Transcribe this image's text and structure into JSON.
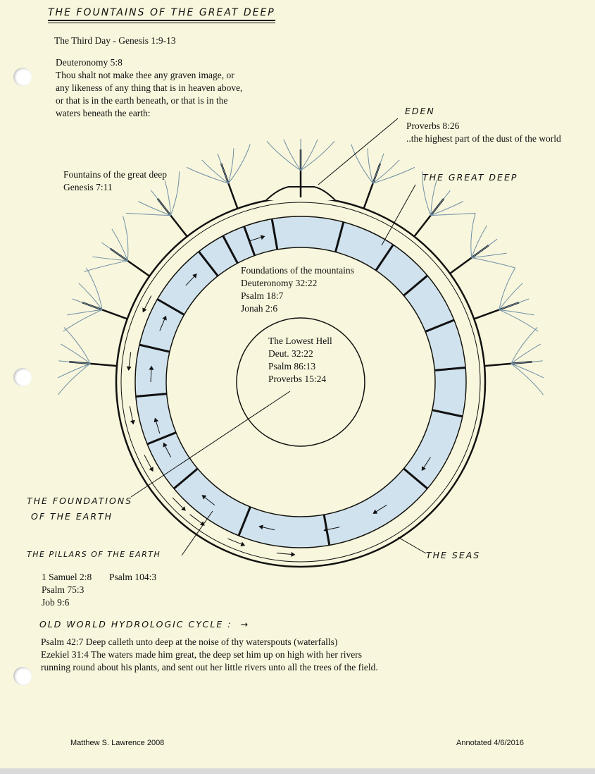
{
  "title": "THE FOUNTAINS OF THE GREAT DEEP",
  "subtitle": "The Third Day - Genesis 1:9-13",
  "deuteronomy": {
    "ref": "Deuteronomy 5:8",
    "lines": [
      "Thou shalt not make thee any graven image, or",
      "any likeness of any thing that is in heaven above,",
      "or that is in the earth beneath, or that is in the",
      "waters beneath the earth:"
    ]
  },
  "eden": {
    "label": "EDEN",
    "ref": "Proverbs 8:26",
    "text": "..the highest part of the dust of the world"
  },
  "great_deep_label": "THE GREAT DEEP",
  "fountains": {
    "title": "Fountains of the great deep",
    "ref": "Genesis 7:11"
  },
  "mountains": {
    "title": "Foundations of the mountains",
    "refs": [
      "Deuteronomy 32:22",
      "Psalm 18:7",
      "Jonah 2:6"
    ]
  },
  "lowest_hell": {
    "title": "The Lowest Hell",
    "refs": [
      "Deut. 32:22",
      "Psalm 86:13",
      "Proverbs 15:24"
    ]
  },
  "foundations_label": [
    "THE FOUNDATIONS",
    "OF THE EARTH"
  ],
  "pillars_label": "THE PILLARS OF THE EARTH",
  "seas_label": "THE SEAS",
  "pillars_refs": {
    "col1": [
      "1 Samuel 2:8",
      "Psalm 75:3",
      "Job 9:6"
    ],
    "col2": "Psalm 104:3"
  },
  "cycle": {
    "heading": "OLD WORLD HYDROLOGIC CYCLE :",
    "arrow": "→",
    "lines": [
      "Psalm 42:7  Deep calleth unto deep at the noise of thy waterspouts (waterfalls)",
      "Ezekiel 31:4   The waters made him great, the deep set him up on high with her rivers",
      "running round about his plants, and sent out her little rivers unto all the trees of the field."
    ]
  },
  "footer": {
    "left": "Matthew S. Lawrence 2008",
    "right": "Annotated 4/6/2016"
  },
  "colors": {
    "paper": "#f8f6dc",
    "water": "#cfe2ee",
    "ink": "#111111"
  }
}
